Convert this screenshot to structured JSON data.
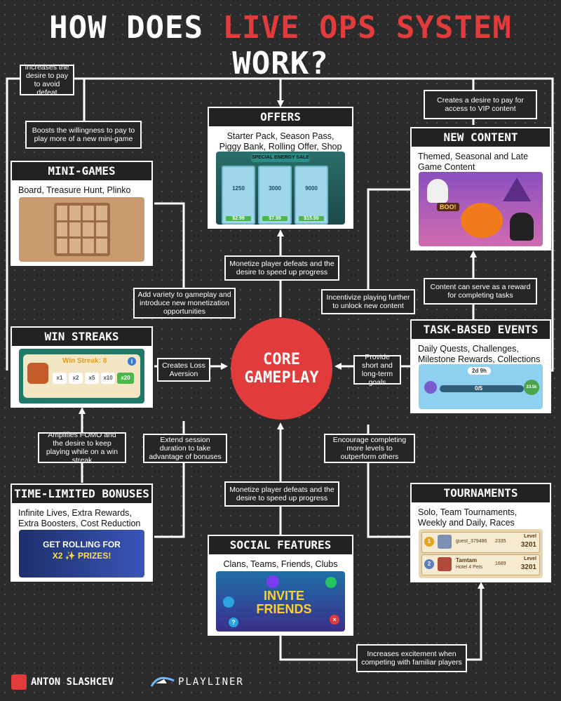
{
  "title": {
    "part1": "HOW DOES ",
    "highlight": "LIVE OPS SYSTEM",
    "part2": " WORK?"
  },
  "core": {
    "line1": "CORE",
    "line2": "GAMEPLAY"
  },
  "cards": {
    "offers": {
      "header": "OFFERS",
      "desc": "Starter Pack, Season Pass, Piggy Bank, Rolling Offer, Shop",
      "image_label": "SPECIAL ENERGY SALE",
      "prices": [
        "$2.99",
        "$7.99",
        "$15.99"
      ],
      "amounts": [
        "1250",
        "3000",
        "9000"
      ]
    },
    "new_content": {
      "header": "NEW CONTENT",
      "desc": "Themed, Seasonal and Late Game Content",
      "image_label": "BOO!"
    },
    "mini_games": {
      "header": "MINI-GAMES",
      "desc": "Board, Treasure Hunt, Plinko"
    },
    "win_streaks": {
      "header": "WIN STREAKS",
      "image_title": "Win Streak: 8",
      "multipliers": [
        "x1",
        "x2",
        "x5",
        "x10",
        "x20"
      ]
    },
    "task_events": {
      "header": "TASK-BASED EVENTS",
      "desc": "Daily Quests, Challenges, Milestone Rewards, Collections",
      "timer": "2d 9h",
      "progress": "0/5",
      "reward": "23.5k"
    },
    "time_bonuses": {
      "header": "TIME-LIMITED BONUSES",
      "desc": "Infinite Lives, Extra Rewards, Extra Boosters, Cost Reduction",
      "banner_line1": "GET ROLLING FOR",
      "banner_line2": "X2 ✨ PRIZES!"
    },
    "social": {
      "header": "SOCIAL FEATURES",
      "desc": "Clans, Teams, Friends, Clubs",
      "banner": "INVITE FRIENDS"
    },
    "tournaments": {
      "header": "TOURNAMENTS",
      "desc": "Solo, Team Tournaments, Weekly and Daily, Races",
      "rows": [
        {
          "rank": "1",
          "name": "guest_379486",
          "score": "2335",
          "level_label": "Level",
          "level": "3201"
        },
        {
          "rank": "2",
          "name": "Tamtam",
          "team": "Hotel 4 Pets",
          "score": "1689",
          "level_label": "Level",
          "level": "3201"
        }
      ]
    }
  },
  "notes": {
    "n1": "Increases the desire to pay to avoid defeat",
    "n2": "Boosts the willingness to pay to play more of a new mini-game",
    "n3": "Creates a desire to pay for access to VIP content",
    "n4": "Monetize player defeats and the desire to speed up progress",
    "n5": "Add variety to gameplay and introduce new monetization opportunities",
    "n6": "Incentivize playing further to unlock new content",
    "n7": "Content can serve as a reward for completing tasks",
    "n8": "Creates Loss Aversion",
    "n9": "Provide short and long-term goals",
    "n10": "Amplifies FOMO and the desire to keep playing while on a win streak",
    "n11": "Extend session duration to take advantage of bonuses",
    "n12": "Encourage completing more levels to outperform others",
    "n13": "Monetize player defeats and the desire to speed up progress",
    "n14": "Increases excitement when competing with familiar players"
  },
  "footer": {
    "author": "ANTON SLASHCEV",
    "brand": "PLAYLINER"
  },
  "colors": {
    "accent": "#e23b3b",
    "background": "#2b2b2b"
  }
}
